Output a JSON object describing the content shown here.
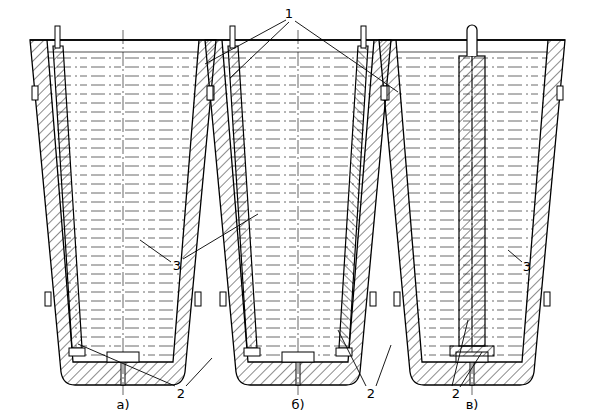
{
  "diagram": {
    "labels": [
      "1",
      "3",
      "3",
      "2",
      "2",
      "2",
      "а)",
      "б)",
      "в)"
    ]
  }
}
